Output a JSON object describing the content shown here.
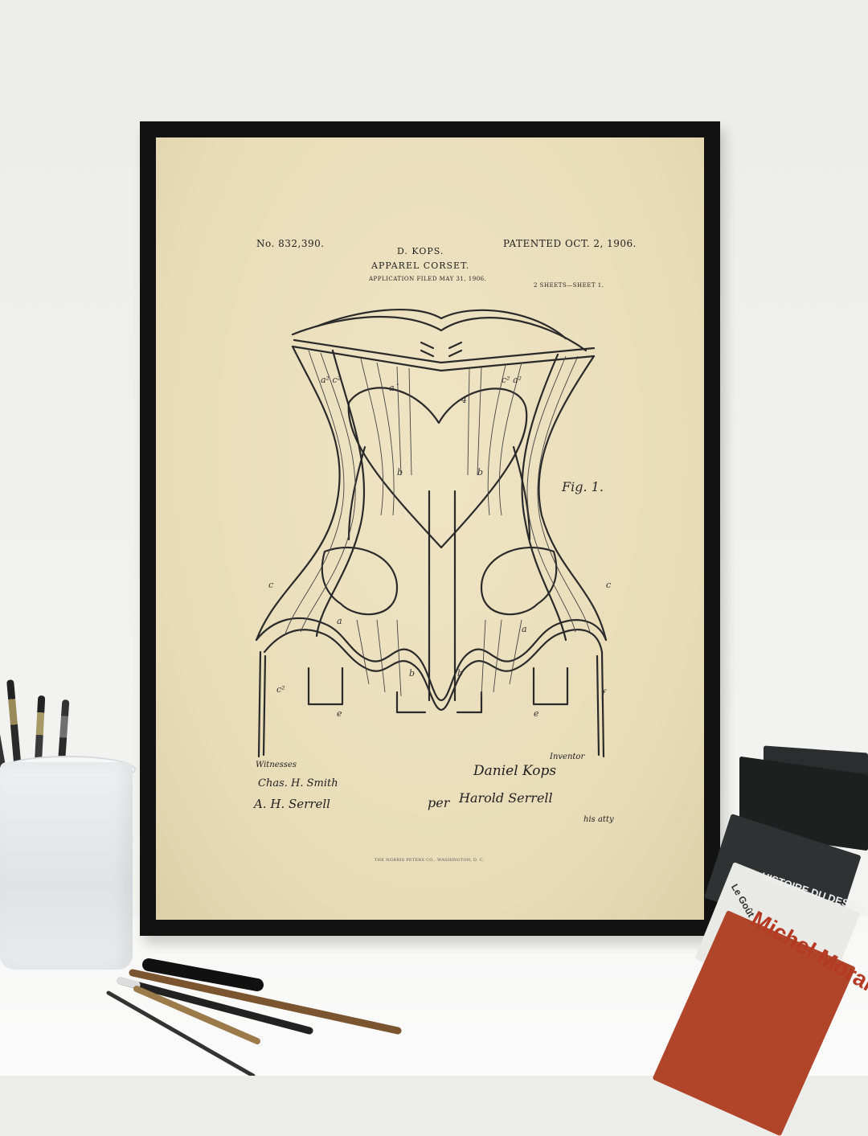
{
  "poster": {
    "patent_no": "No. 832,390.",
    "patented": "PATENTED OCT. 2, 1906.",
    "inventor": "D. KOPS.",
    "title": "APPAREL CORSET.",
    "filed": "APPLICATION FILED MAY 31, 1906.",
    "sheets": "2 SHEETS—SHEET 1.",
    "fig_label": "Fig. 1.",
    "witnesses_label": "Witnesses",
    "inventor_label": "Inventor",
    "inventor_signature": "Daniel Kops",
    "attorney_signature": "Harold Serrell",
    "witness_1": "Chas. H. Smith",
    "witness_2": "A. H. Serrell",
    "by_label": "per",
    "attorney_abbrev": "his atty",
    "footer": "THE NORRIS PETERS CO., WASHINGTON, D. C."
  },
  "books": {
    "title_1": "Michel Moran",
    "title_2": "HISTOIRE DU DESIGN",
    "title_3": "Le Goût"
  },
  "colors": {
    "wall": "#ececea",
    "frame": "#121212",
    "paper": "#e8dcb8",
    "ink": "#222222",
    "book_red": "#b0452a",
    "book_dark": "#2a2c2c"
  },
  "icons": {
    "brushes": "paintbrush-icon",
    "pencils": "pencil-icon"
  }
}
